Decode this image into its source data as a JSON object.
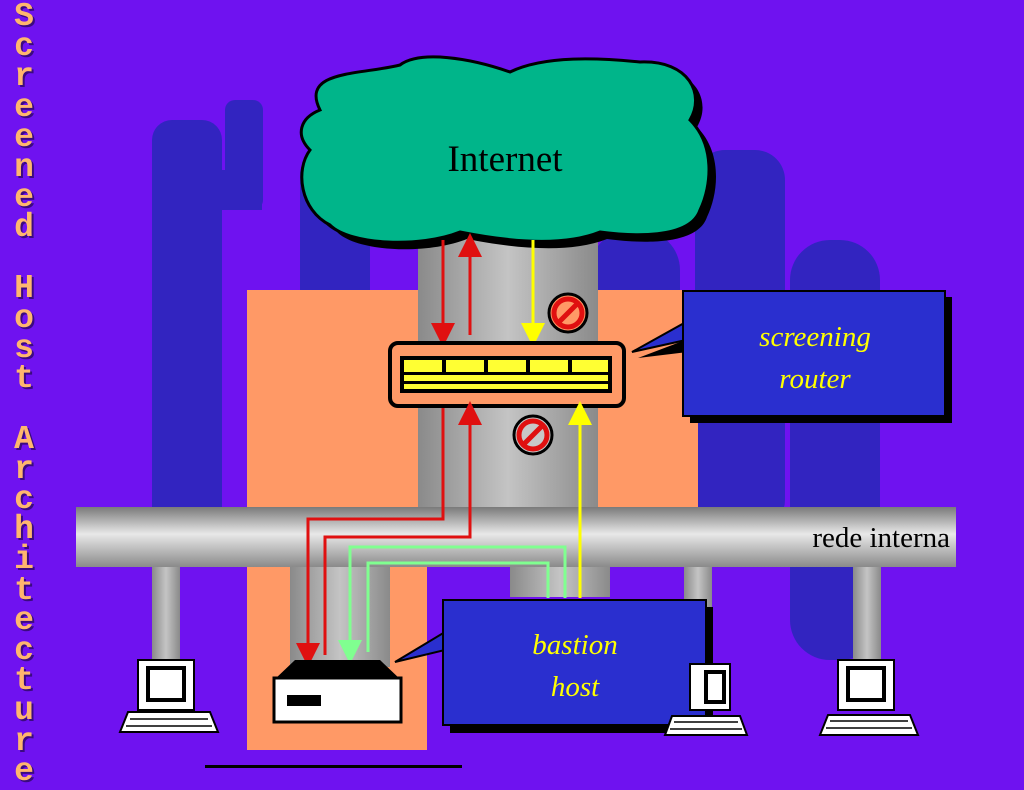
{
  "title_vertical": "Screened Host Architecture",
  "labels": {
    "internet": "Internet",
    "screening_router_line1": "screening",
    "screening_router_line2": "router",
    "internal_network": "rede interna",
    "bastion_host_line1": "bastion",
    "bastion_host_line2": "host"
  },
  "colors": {
    "background": "#6f12f0",
    "title": "#ffb66e",
    "cloud": "#00b58a",
    "zone": "#ff9966",
    "callout": "#2a2fcf",
    "callout_text": "#ffff00",
    "arrow_red": "#e01010",
    "arrow_yellow": "#ffff00",
    "arrow_green": "#80ff90"
  },
  "icons": [
    "cloud-icon",
    "router-icon",
    "no-entry-icon",
    "bastion-host-icon",
    "workstation-icon"
  ]
}
